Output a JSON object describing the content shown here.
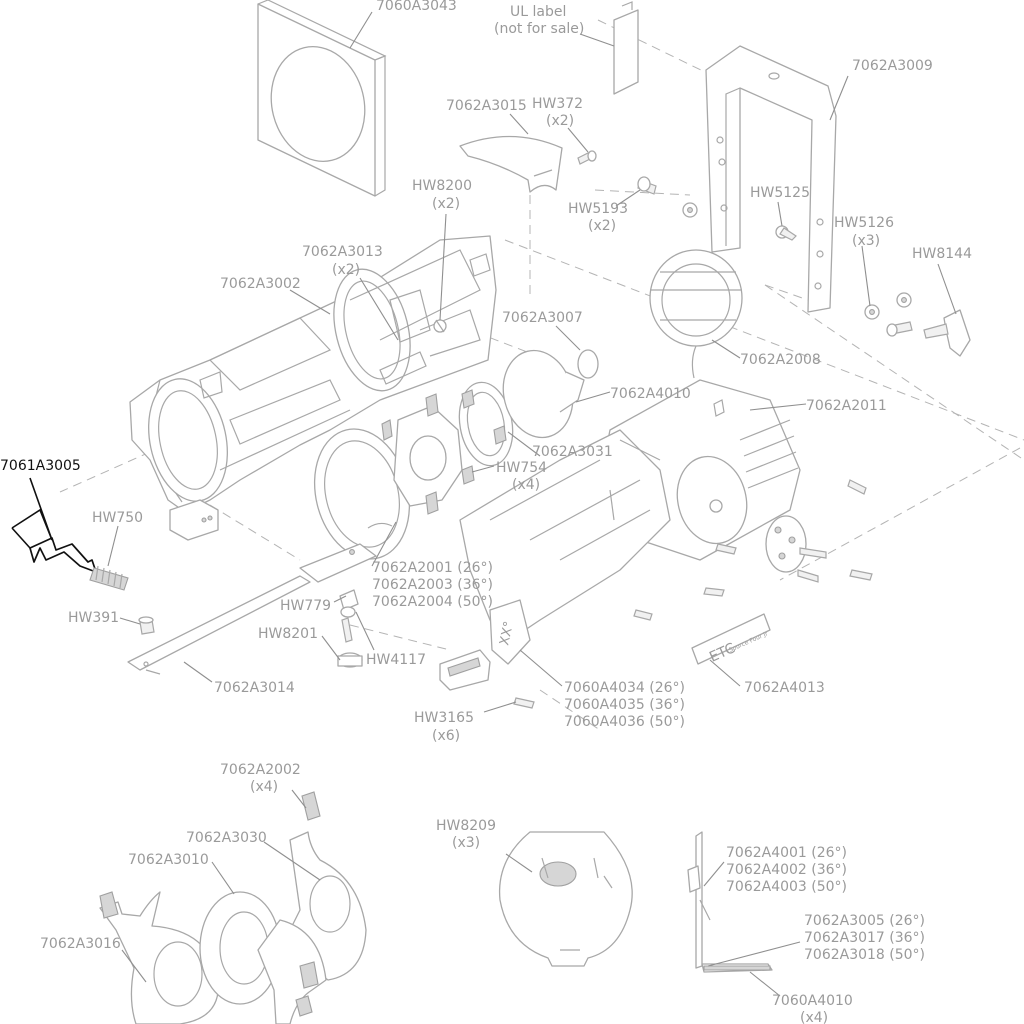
{
  "labels": {
    "p7060A3043": "7060A3043",
    "ul1": "UL label",
    "ul2": "(not for sale)",
    "p7062A3009": "7062A3009",
    "p7062A3015": "7062A3015",
    "hw372": "HW372",
    "hw372q": "(x2)",
    "hw8200": "HW8200",
    "hw8200q": "(x2)",
    "hw5193": "HW5193",
    "hw5193q": "(x2)",
    "hw5125": "HW5125",
    "hw5126": "HW5126",
    "hw5126q": "(x3)",
    "hw8144": "HW8144",
    "p7062A3013": "7062A3013",
    "p7062A3013q": "(x2)",
    "p7062A3002": "7062A3002",
    "p7062A3007": "7062A3007",
    "p7062A2008": "7062A2008",
    "p7062A4010": "7062A4010",
    "p7062A2011": "7062A2011",
    "p7062A3031": "7062A3031",
    "hw754": "HW754",
    "hw754q": "(x4)",
    "p7061A3005": "7061A3005",
    "hw750": "HW750",
    "p7062A2001": "7062A2001 (26°)",
    "p7062A2003": "7062A2003 (36°)",
    "p7062A2004": "7062A2004 (50°)",
    "hw779": "HW779",
    "hw391": "HW391",
    "hw8201": "HW8201",
    "hw4117": "HW4117",
    "p7062A3014": "7062A3014",
    "p7060A4034": "7060A4034 (26°)",
    "p7060A4035": "7060A4035 (36°)",
    "p7060A4036": "7060A4036 (50°)",
    "p7062A4013": "7062A4013",
    "hw3165": "HW3165",
    "hw3165q": "(x6)",
    "p7062A2002": "7062A2002",
    "p7062A2002q": "(x4)",
    "p7062A3030": "7062A3030",
    "p7062A3010": "7062A3010",
    "p7062A3016": "7062A3016",
    "hw8209": "HW8209",
    "hw8209q": "(x3)",
    "p7062A4001": "7062A4001 (26°)",
    "p7062A4002": "7062A4002 (36°)",
    "p7062A4003": "7062A4003 (50°)",
    "p7062A3005": "7062A3005 (26°)",
    "p7062A3017": "7062A3017 (36°)",
    "p7062A3018": "7062A3018 (50°)",
    "p7060A4010": "7060A4010",
    "p7060A4010q": "(x4)"
  },
  "product_plate": {
    "brand": "ETC",
    "model": "Source Four Jr"
  },
  "lens_tube_mark": "XX°",
  "highlighted_part": "7061A3005",
  "colors": {
    "label_gray": "#9a9a9a",
    "line_gray": "#a8a8a8",
    "highlight": "#111111",
    "background": "#ffffff"
  }
}
